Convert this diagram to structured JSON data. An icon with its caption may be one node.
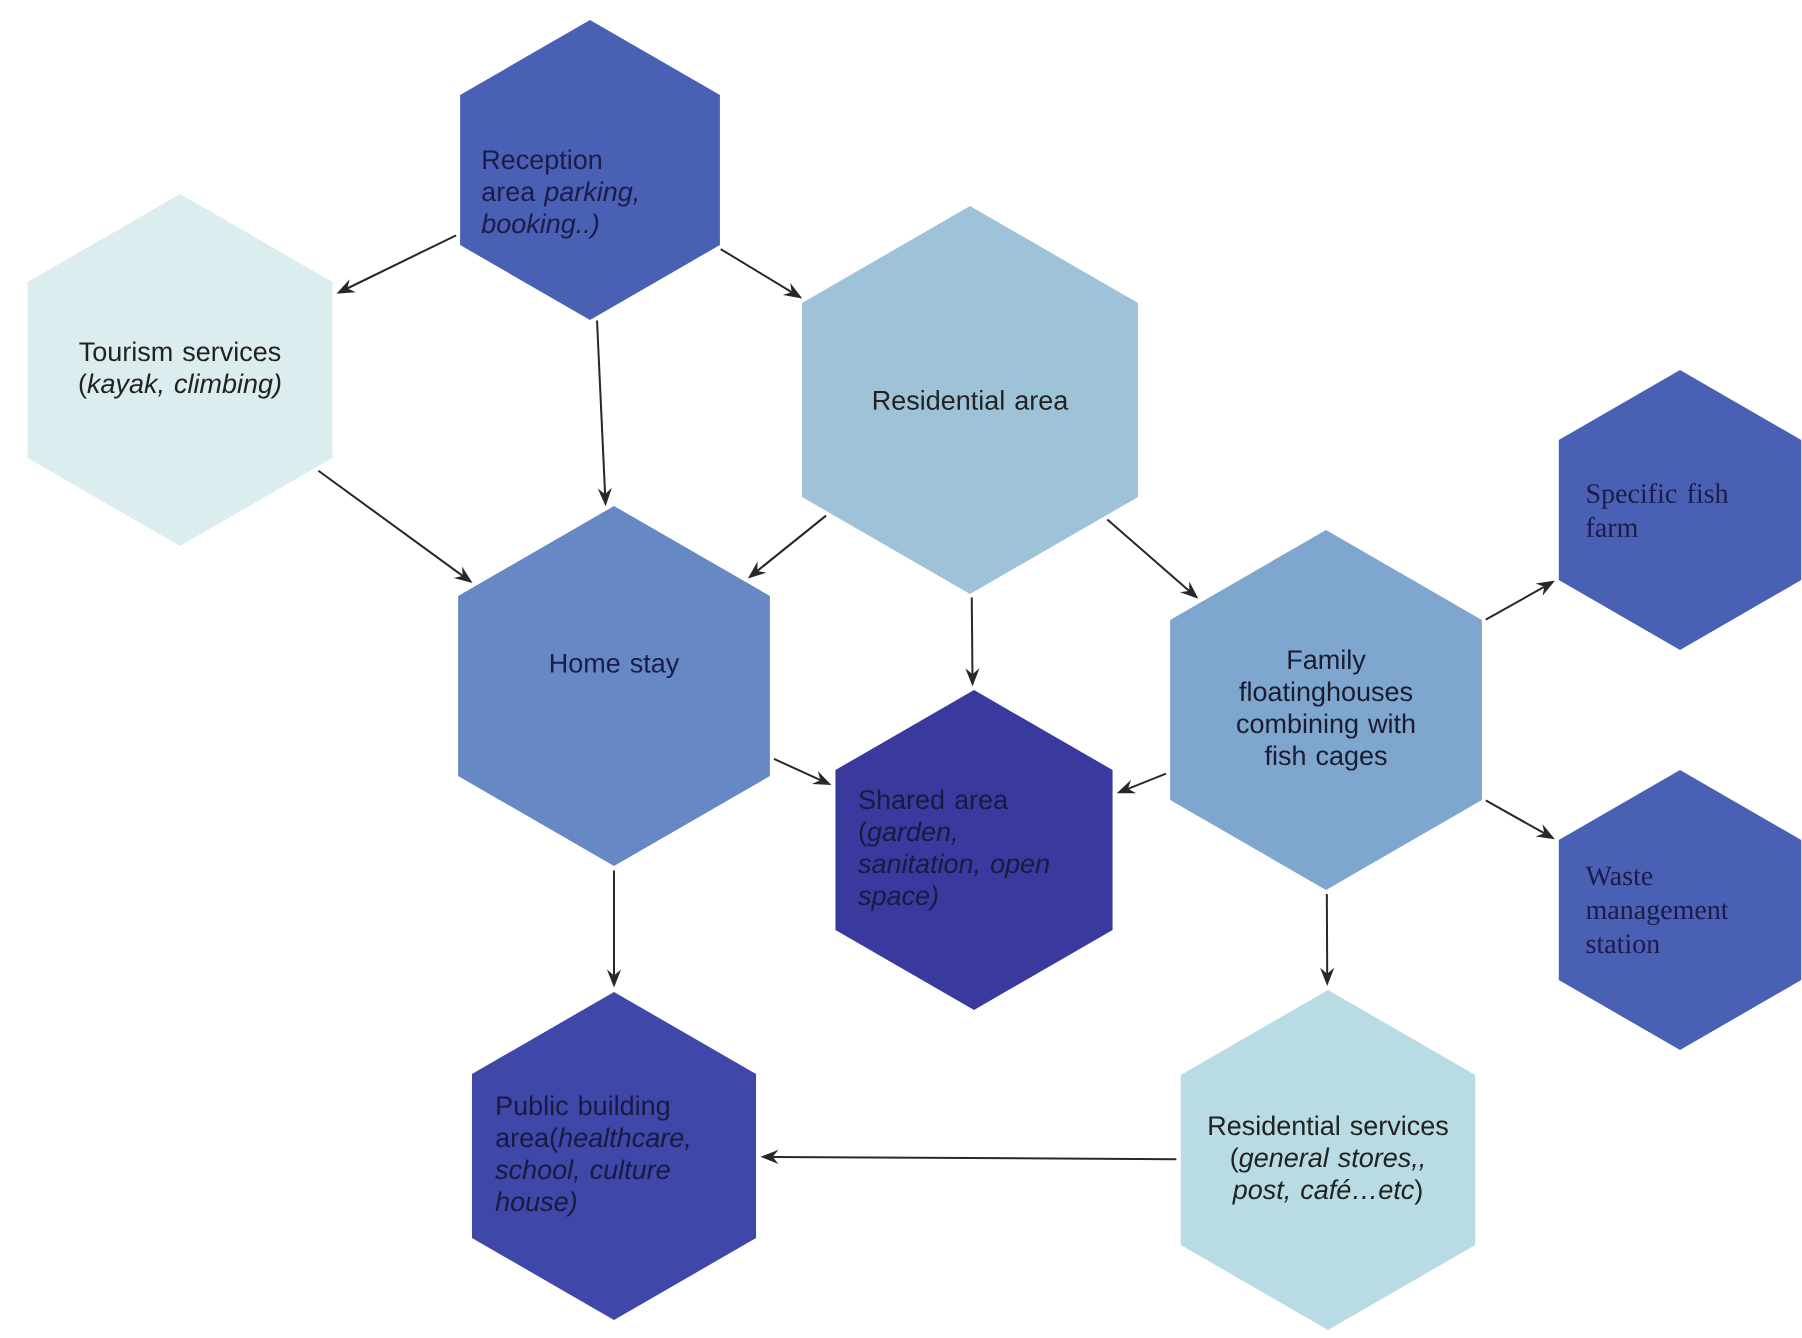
{
  "diagram": {
    "nodes": [
      {
        "text": [
          "Reception area *parking, booking..)*"
        ]
      },
      {
        "text": [
          "Tourism services (*kayak, climbing)*"
        ]
      },
      {
        "text": [
          "Residential area"
        ]
      },
      {
        "text": [
          "Specific fish farm"
        ]
      },
      {
        "text": [
          "Home stay"
        ]
      },
      {
        "text": [
          "Family floatinghouses combining with fish cages"
        ]
      },
      {
        "text": [
          "Shared area (*garden, sanitation, open space)*"
        ]
      },
      {
        "text": [
          "Waste management station"
        ]
      },
      {
        "text": [
          "Public building area(*healthcare, school, culture house)*"
        ]
      },
      {
        "text": [
          "Residential services (*general stores,, post, café…etc*)"
        ]
      }
    ],
    "edges": [
      {
        "from": 0,
        "to": 1,
        "arrow": "to"
      },
      {
        "from": 0,
        "to": 2,
        "arrow": "to"
      },
      {
        "from": 0,
        "to": 4,
        "arrow": "to"
      },
      {
        "from": 1,
        "to": 4,
        "arrow": "to"
      },
      {
        "from": 2,
        "to": 4,
        "arrow": "to"
      },
      {
        "from": 2,
        "to": 6,
        "arrow": "to"
      },
      {
        "from": 2,
        "to": 5,
        "arrow": "to"
      },
      {
        "from": 5,
        "to": 3,
        "arrow": "to"
      },
      {
        "from": 5,
        "to": 7,
        "arrow": "to"
      },
      {
        "from": 5,
        "to": 6,
        "arrow": "to"
      },
      {
        "from": 4,
        "to": 6,
        "arrow": "to"
      },
      {
        "from": 4,
        "to": 8,
        "arrow": "to"
      },
      {
        "from": 5,
        "to": 9,
        "arrow": "to"
      },
      {
        "from": 9,
        "to": 8,
        "arrow": "to"
      }
    ]
  }
}
